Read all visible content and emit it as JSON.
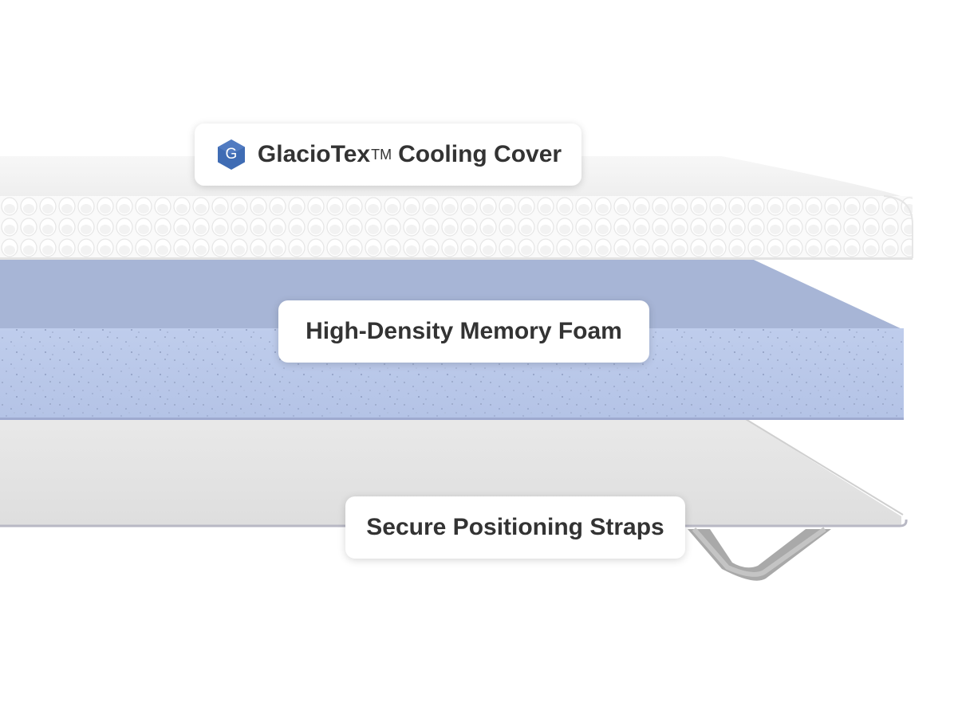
{
  "layers": {
    "cover": {
      "name": "GlacioTex",
      "trademark": "TM",
      "suffix": "Cooling Cover",
      "badge_letter": "G",
      "badge_color": "#3F6CB4"
    },
    "foam": {
      "label": "High-Density Memory Foam",
      "color": "#B3C3E4"
    },
    "straps": {
      "label": "Secure Positioning Straps",
      "color": "#E4E4E4"
    }
  }
}
